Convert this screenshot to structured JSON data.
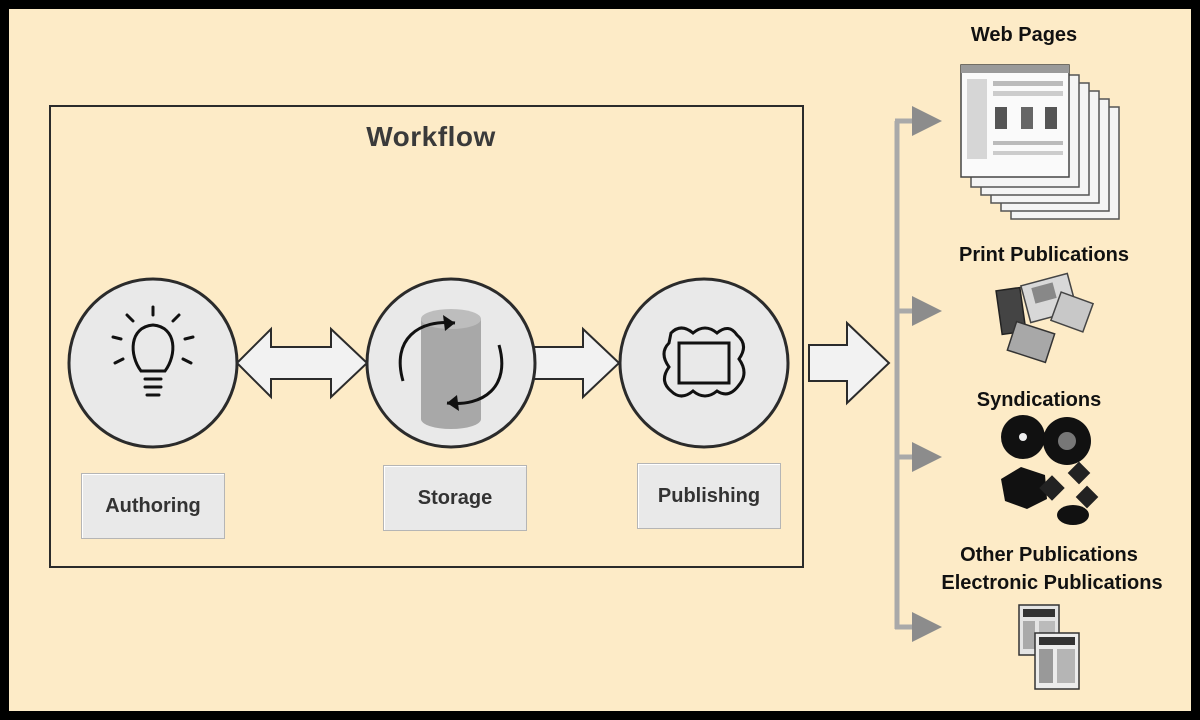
{
  "workflow": {
    "title": "Workflow",
    "stages": [
      {
        "label": "Authoring",
        "icon": "lightbulb-icon"
      },
      {
        "label": "Storage",
        "icon": "storage-cycle-icon"
      },
      {
        "label": "Publishing",
        "icon": "publishing-frame-icon"
      }
    ]
  },
  "outputs": [
    {
      "label": "Web Pages",
      "icon": "web-pages-stack-icon"
    },
    {
      "label": "Print Publications",
      "icon": "print-publications-icon"
    },
    {
      "label": "Syndications",
      "icon": "syndications-icon"
    },
    {
      "label": "Other Publications",
      "icon": "electronic-publications-icon"
    },
    {
      "label": "Electronic Publications",
      "icon": "electronic-publications-icon"
    }
  ],
  "colors": {
    "background": "#fdebc7",
    "circle_fill": "#e9e9e9",
    "arrow_fill": "#f2f2f2",
    "branch_line": "#a9a9a9",
    "outline": "#2b2b2b"
  }
}
